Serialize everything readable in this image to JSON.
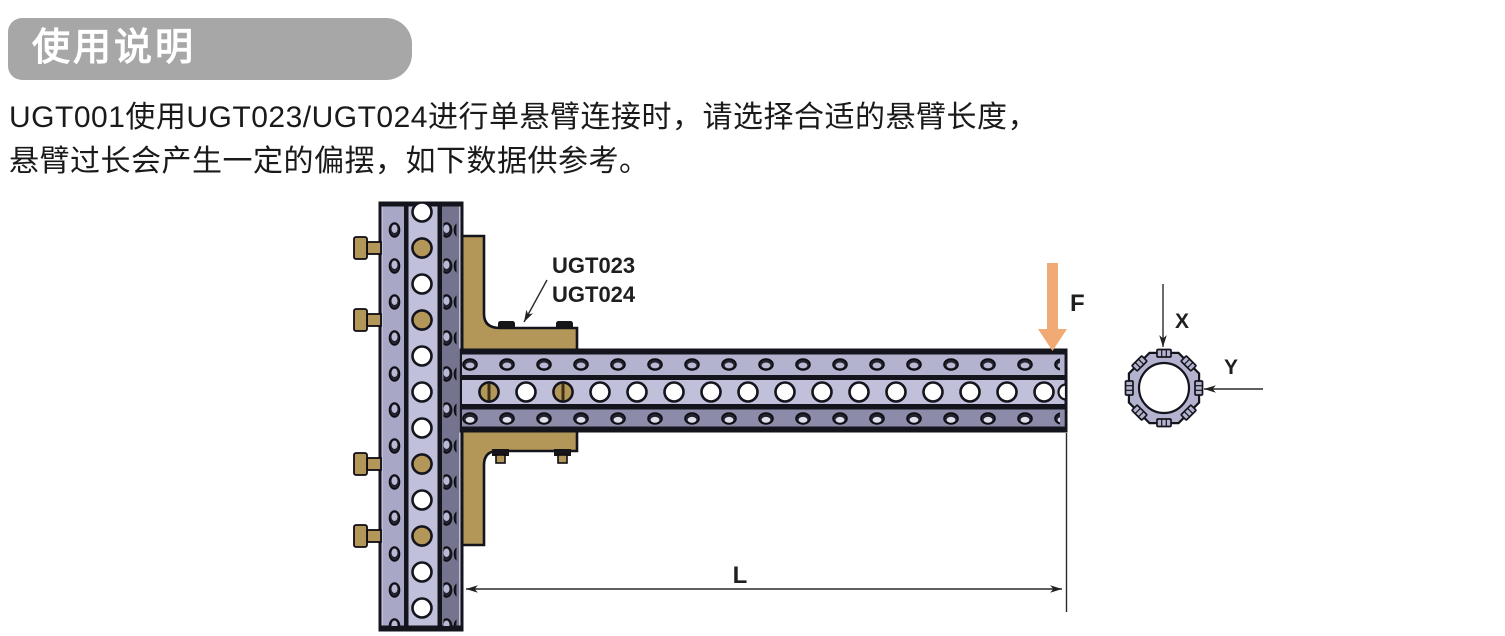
{
  "colors": {
    "badge_gray": "#a7a7a7",
    "text_dark": "#1a1a1a",
    "beam_light": "#c0c0da",
    "beam_strip": "#b3b3cf",
    "beam_mid": "#a8a8c6",
    "beam_dark": "#74748f",
    "beam_bottom": "#8c8caa",
    "outline_dark": "#14141c",
    "bracket_tan": "#b39758",
    "force_orange": "#f2aa74",
    "hole_white": "#ffffff",
    "line_color": "#2a2a2a"
  },
  "header": {
    "title": "使用说明"
  },
  "description": {
    "line1": "UGT001使用UGT023/UGT024进行单悬臂连接时，请选择合适的悬臂长度，",
    "line2": "悬臂过长会产生一定的偏摆，如下数据供参考。"
  },
  "diagram": {
    "bracket_label_line1": "UGT023",
    "bracket_label_line2": "UGT024",
    "force_label": "F",
    "x_axis_label": "X",
    "y_axis_label": "Y",
    "length_label": "L"
  }
}
